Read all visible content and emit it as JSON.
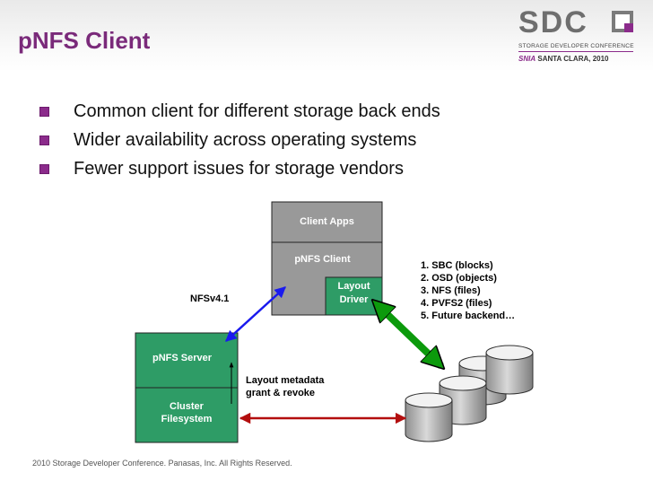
{
  "slide": {
    "title": "pNFS Client",
    "bullets": [
      "Common client for different storage back ends",
      "Wider availability across operating systems",
      "Fewer support issues for storage vendors"
    ],
    "footer": "2010 Storage Developer Conference.  Panasas, Inc.  All Rights Reserved."
  },
  "logo": {
    "name": "SDC",
    "subtitle": "STORAGE DEVELOPER CONFERENCE",
    "org": "SNIA",
    "location": "SANTA CLARA, 2010"
  },
  "diagram": {
    "client_apps": "Client Apps",
    "pnfs_client": "pNFS Client",
    "layout_driver": [
      "Layout",
      "Driver"
    ],
    "nfs_label": "NFSv4.1",
    "pnfs_server": "pNFS Server",
    "cluster_fs": [
      "Cluster",
      "Filesystem"
    ],
    "metadata_label": [
      "Layout metadata",
      "grant & revoke"
    ],
    "backends": [
      "1. SBC (blocks)",
      "2. OSD (objects)",
      "3. NFS (files)",
      "4. PVFS2 (files)",
      "5. Future backend…"
    ]
  },
  "colors": {
    "title": "#7a2a7a",
    "box_gray": "#999999",
    "box_green": "#2e9c66",
    "nfs_arrow": "#1a1aee",
    "layout_arrow": "#0c9a0c",
    "storage_arrow": "#b30e0e"
  },
  "icons": [
    "square-bullet-icon",
    "disk-cylinder-icon",
    "sdc-logo-mark-icon"
  ]
}
